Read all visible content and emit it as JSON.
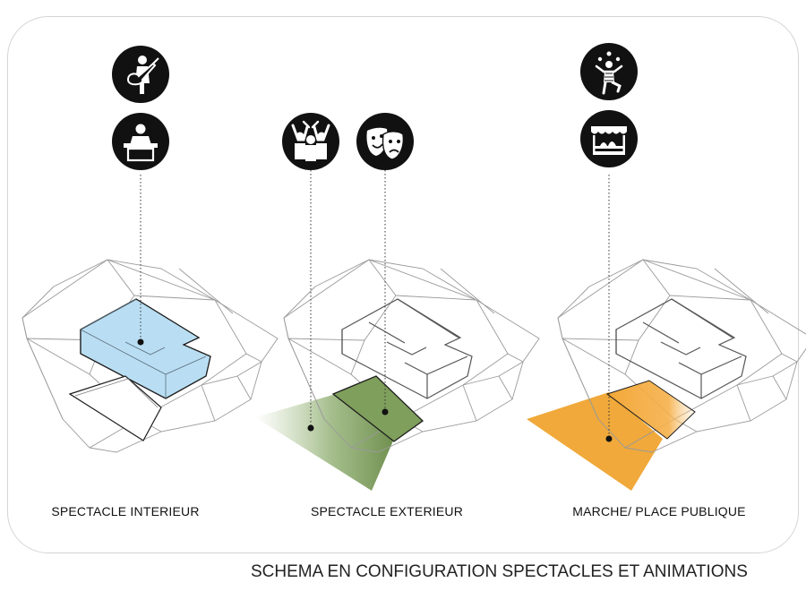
{
  "diagram": {
    "caption": "SCHEMA EN CONFIGURATION SPECTACLES ET ANIMATIONS",
    "panels": [
      {
        "label": "SPECTACLE INTERIEUR",
        "highlight_color": "#b9def3",
        "icons": [
          "guitarist-icon",
          "speaker-at-podium-icon"
        ]
      },
      {
        "label": "SPECTACLE EXTERIEUR",
        "highlight_color": "#7f9f5c",
        "icons": [
          "crowd-celebrating-icon",
          "theater-masks-icon"
        ]
      },
      {
        "label": "MARCHE/ PLACE PUBLIQUE",
        "highlight_color": "#f0a93a",
        "icons": [
          "juggler-icon",
          "market-stall-icon"
        ]
      }
    ]
  }
}
